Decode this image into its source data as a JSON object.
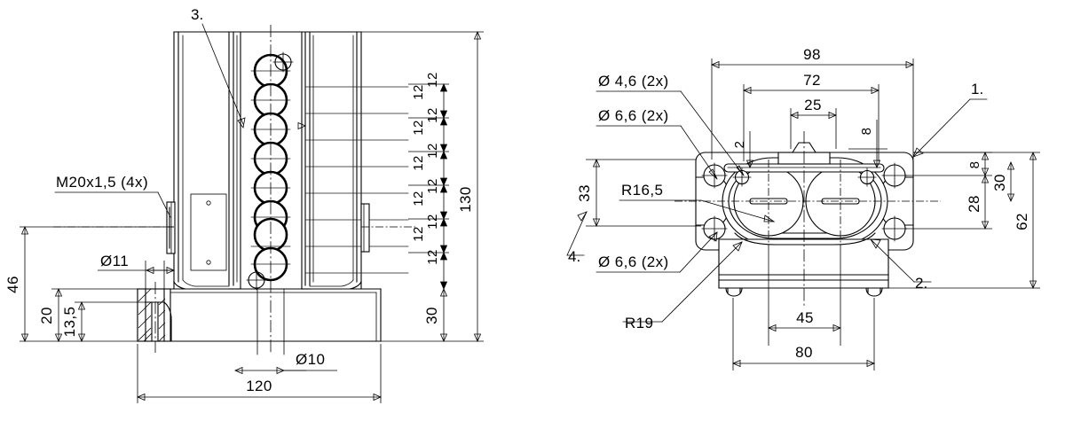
{
  "drawing": {
    "title": "Technical engineering drawing - two orthographic views",
    "line_color": "#000000",
    "background_color": "#ffffff"
  },
  "left_view": {
    "name": "side-elevation-view",
    "balloons": [
      {
        "id": "b3",
        "label": "3."
      }
    ],
    "callouts": [
      {
        "id": "thread",
        "label": "M20x1,5 (4x)"
      },
      {
        "id": "hole11",
        "label": "Ø11"
      },
      {
        "id": "hole10",
        "label": "Ø10"
      }
    ],
    "dimensions": {
      "overall_height": "130",
      "base_height": "30",
      "flange_height": "46",
      "boss_height": "20",
      "boss_inner_height": "13,5",
      "overall_width": "120",
      "pitch_steps": [
        "12",
        "12",
        "12",
        "12",
        "12",
        "12",
        "12"
      ]
    }
  },
  "right_view": {
    "name": "front-elevation-view",
    "balloons": [
      {
        "id": "b1",
        "label": "1."
      },
      {
        "id": "b2",
        "label": "2."
      },
      {
        "id": "b4",
        "label": "4."
      }
    ],
    "callouts": [
      {
        "id": "d46",
        "label": "Ø 4,6 (2x)"
      },
      {
        "id": "d66_top",
        "label": "Ø 6,6 (2x)"
      },
      {
        "id": "d66_bottom",
        "label": "Ø 6,6 (2x)"
      },
      {
        "id": "r165",
        "label": "R16,5"
      },
      {
        "id": "r19",
        "label": "R19"
      }
    ],
    "dimensions": {
      "overall_width": "98",
      "hole_span": "72",
      "center_feature": "25",
      "top_offset_left": "2",
      "top_offset_right": "8",
      "left_height": "33",
      "right_top": "8",
      "right_mid": "28",
      "right_span": "30",
      "right_overall": "62",
      "bottom_inner": "45",
      "bottom_overall": "80"
    }
  }
}
